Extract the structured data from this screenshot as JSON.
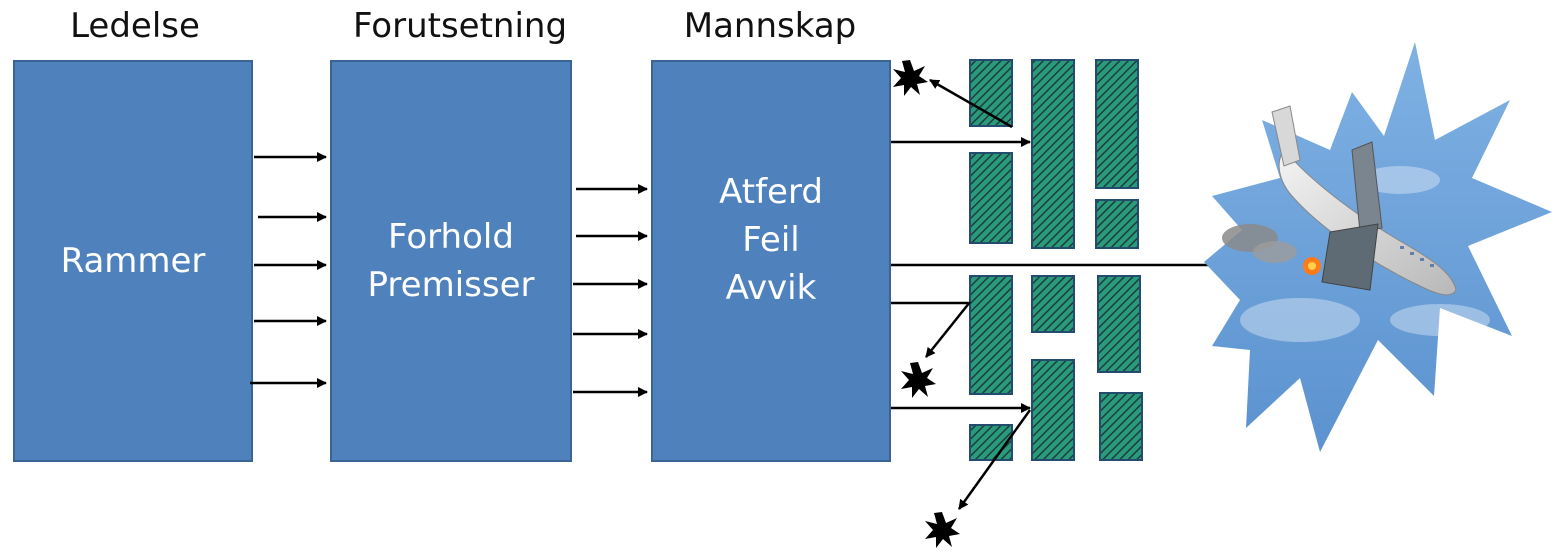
{
  "headers": {
    "management": "Ledelse",
    "preconditions": "Forutsetning",
    "crew": "Mannskap"
  },
  "boxes": {
    "management": {
      "lines": [
        "Rammer"
      ]
    },
    "preconditions": {
      "lines": [
        "Forhold",
        "Premisser"
      ]
    },
    "crew": {
      "lines": [
        "Atferd",
        "Feil",
        "Avvik"
      ]
    }
  },
  "colors": {
    "box_fill": "#4f81bd",
    "box_border": "#3a6493",
    "barrier_fill": "#2e7d6b",
    "burst_sky": "#6a9fd6"
  },
  "icons": {
    "defense_block": "hatched-barrier",
    "hazard": "explosion-icon",
    "accident": "crashing-plane-illustration"
  }
}
